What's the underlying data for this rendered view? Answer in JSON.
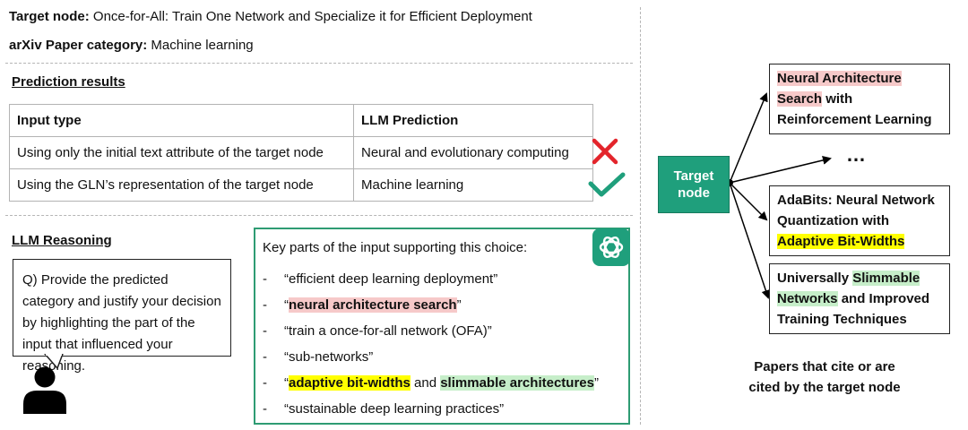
{
  "header": {
    "target_label": "Target node:",
    "target_value": " Once-for-All: Train One Network and Specialize it for Efficient Deployment",
    "category_label": "arXiv Paper category:",
    "category_value": " Machine learning"
  },
  "prediction": {
    "title": "Prediction results",
    "col_input": "Input type",
    "col_prediction": "LLM Prediction",
    "rows": [
      {
        "input": "Using only the initial text attribute of the target node",
        "prediction": "Neural and evolutionary computing",
        "mark": "cross-icon"
      },
      {
        "input": "Using the GLN’s representation of the target node",
        "prediction": "Machine learning",
        "mark": "check-icon"
      }
    ]
  },
  "reasoning": {
    "title": "LLM Reasoning",
    "question": "Q) Provide the predicted category and justify your decision by highlighting the part of the input that influenced your reasoning.",
    "key_heading": "Key parts of the input supporting this choice:",
    "bullet": "-",
    "items": [
      "“efficient deep learning deployment”",
      "neural architecture search",
      "“train a once-for-all network (OFA)”",
      "“sub-networks”",
      "adaptive bit-widths",
      "“sustainable deep learning practices”"
    ],
    "open_quote": "“",
    "close_quote": "”",
    "and_word": " and ",
    "slimmable": "slimmable architectures"
  },
  "graph": {
    "target_node_line1": "Target",
    "target_node_line2": "node",
    "ellipsis": "…",
    "paper1": {
      "hl": "Neural Architecture",
      "hl2": "Search",
      "rest": " with",
      "line3": "Reinforcement Learning"
    },
    "paper2": {
      "line1": "AdaBits: Neural Network",
      "line2": "Quantization with",
      "hl": "Adaptive Bit-Widths"
    },
    "paper3": {
      "pre": "Universally ",
      "hl": "Slimmable",
      "hl2": "Networks",
      "rest": " and Improved",
      "line3": "Training Techniques"
    },
    "caption_line1": "Papers that cite or are",
    "caption_line2": "cited by the target node"
  },
  "colors": {
    "accent_green": "#1f9f7c",
    "cross_red": "#e3242b",
    "check_green": "#1f9f7c",
    "highlight_pink": "#f6c9c9",
    "highlight_yellow": "#ffff00",
    "highlight_green": "#c6eec9"
  },
  "icons": [
    "cross-icon",
    "check-icon",
    "person-icon",
    "chatgpt-icon",
    "arrow-icon"
  ]
}
